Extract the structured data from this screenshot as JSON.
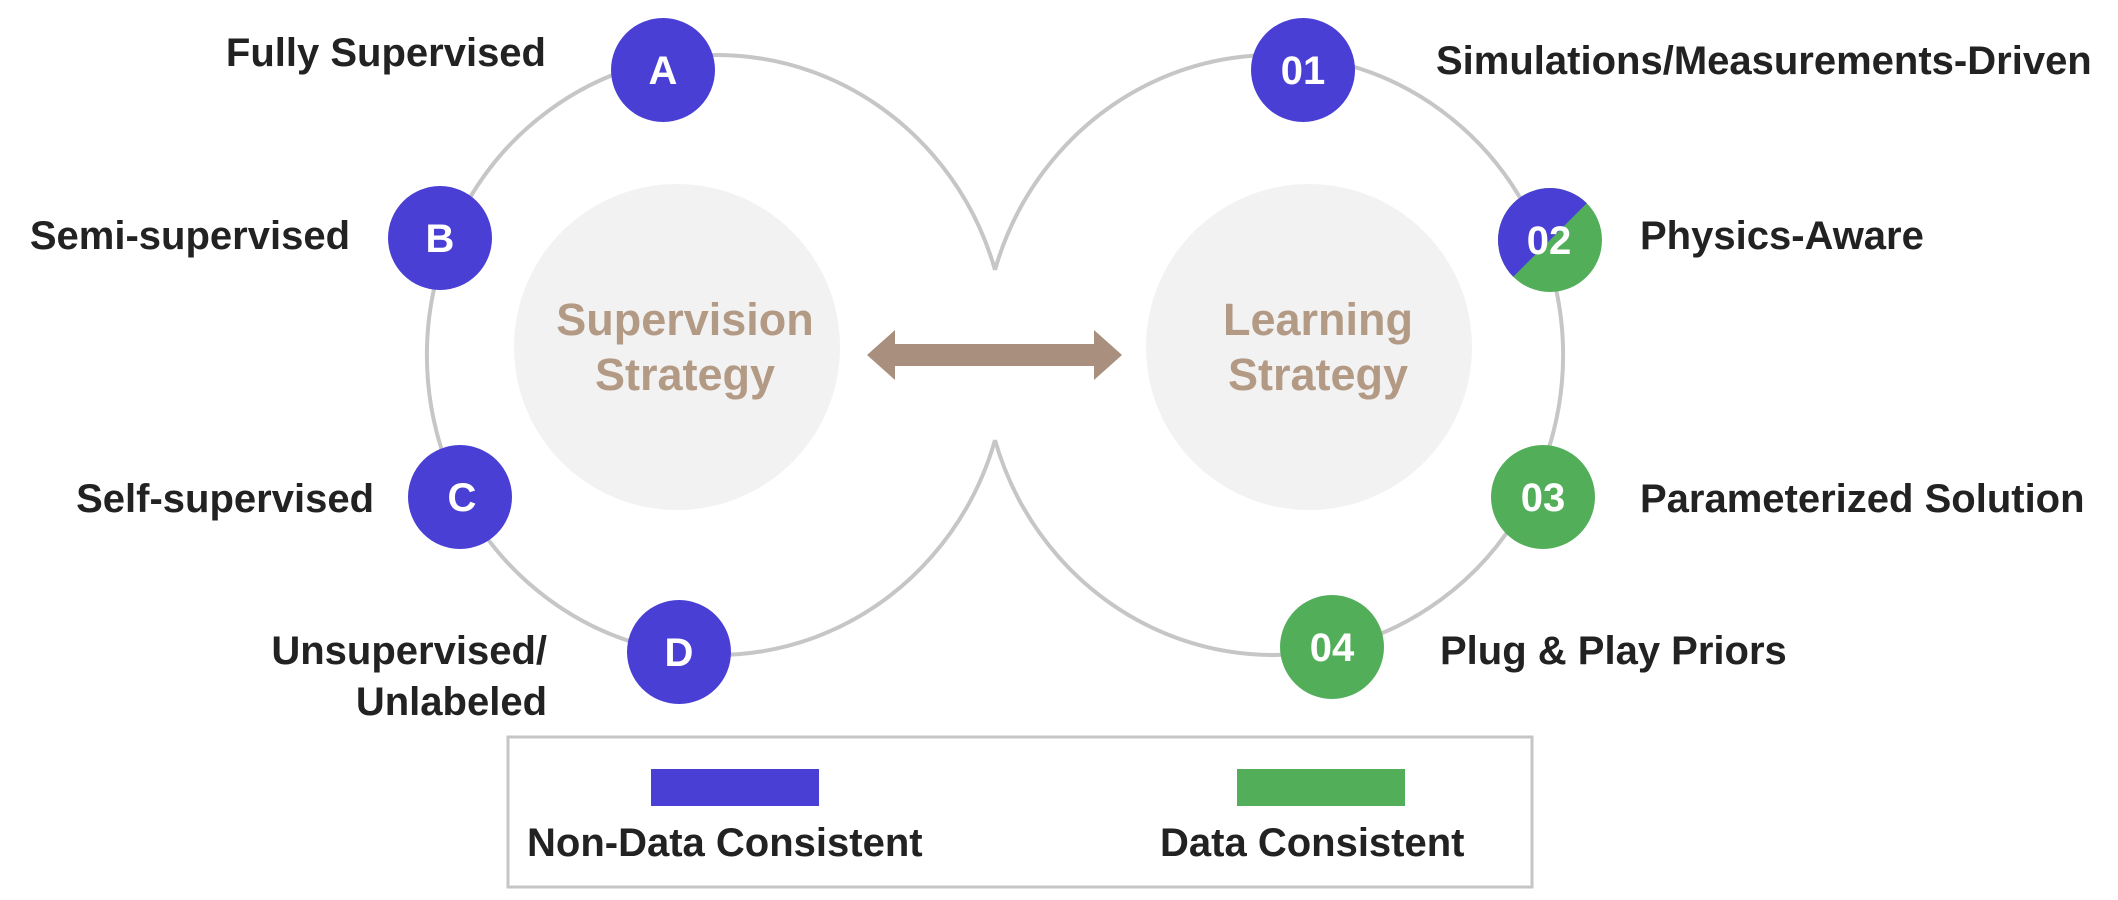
{
  "colors": {
    "non_data_consistent": "#4a3fd4",
    "data_consistent": "#53ae5a",
    "loop_stroke": "#c6c6c6",
    "center_fill": "#f2f2f2",
    "center_text": "#b39a85",
    "arrow": "#a98f7d",
    "label_text": "#222222",
    "legend_border": "#c6c6c6"
  },
  "supervision": {
    "title_line1": "Supervision",
    "title_line2": "Strategy",
    "nodes": [
      {
        "badge": "A",
        "label": "Fully Supervised",
        "category": "non_data_consistent"
      },
      {
        "badge": "B",
        "label": "Semi-supervised",
        "category": "non_data_consistent"
      },
      {
        "badge": "C",
        "label": "Self-supervised",
        "category": "non_data_consistent"
      },
      {
        "badge": "D",
        "label_line1": "Unsupervised/",
        "label_line2": "Unlabeled",
        "category": "non_data_consistent"
      }
    ]
  },
  "learning": {
    "title_line1": "Learning",
    "title_line2": "Strategy",
    "nodes": [
      {
        "badge": "01",
        "label": "Simulations/Measurements-Driven",
        "category": "non_data_consistent"
      },
      {
        "badge": "02",
        "label": "Physics-Aware",
        "category": "mixed"
      },
      {
        "badge": "03",
        "label": "Parameterized Solution",
        "category": "data_consistent"
      },
      {
        "badge": "04",
        "label": "Plug & Play Priors",
        "category": "data_consistent"
      }
    ]
  },
  "legend": {
    "non_data_consistent_label": "Non-Data Consistent",
    "data_consistent_label": "Data Consistent"
  }
}
